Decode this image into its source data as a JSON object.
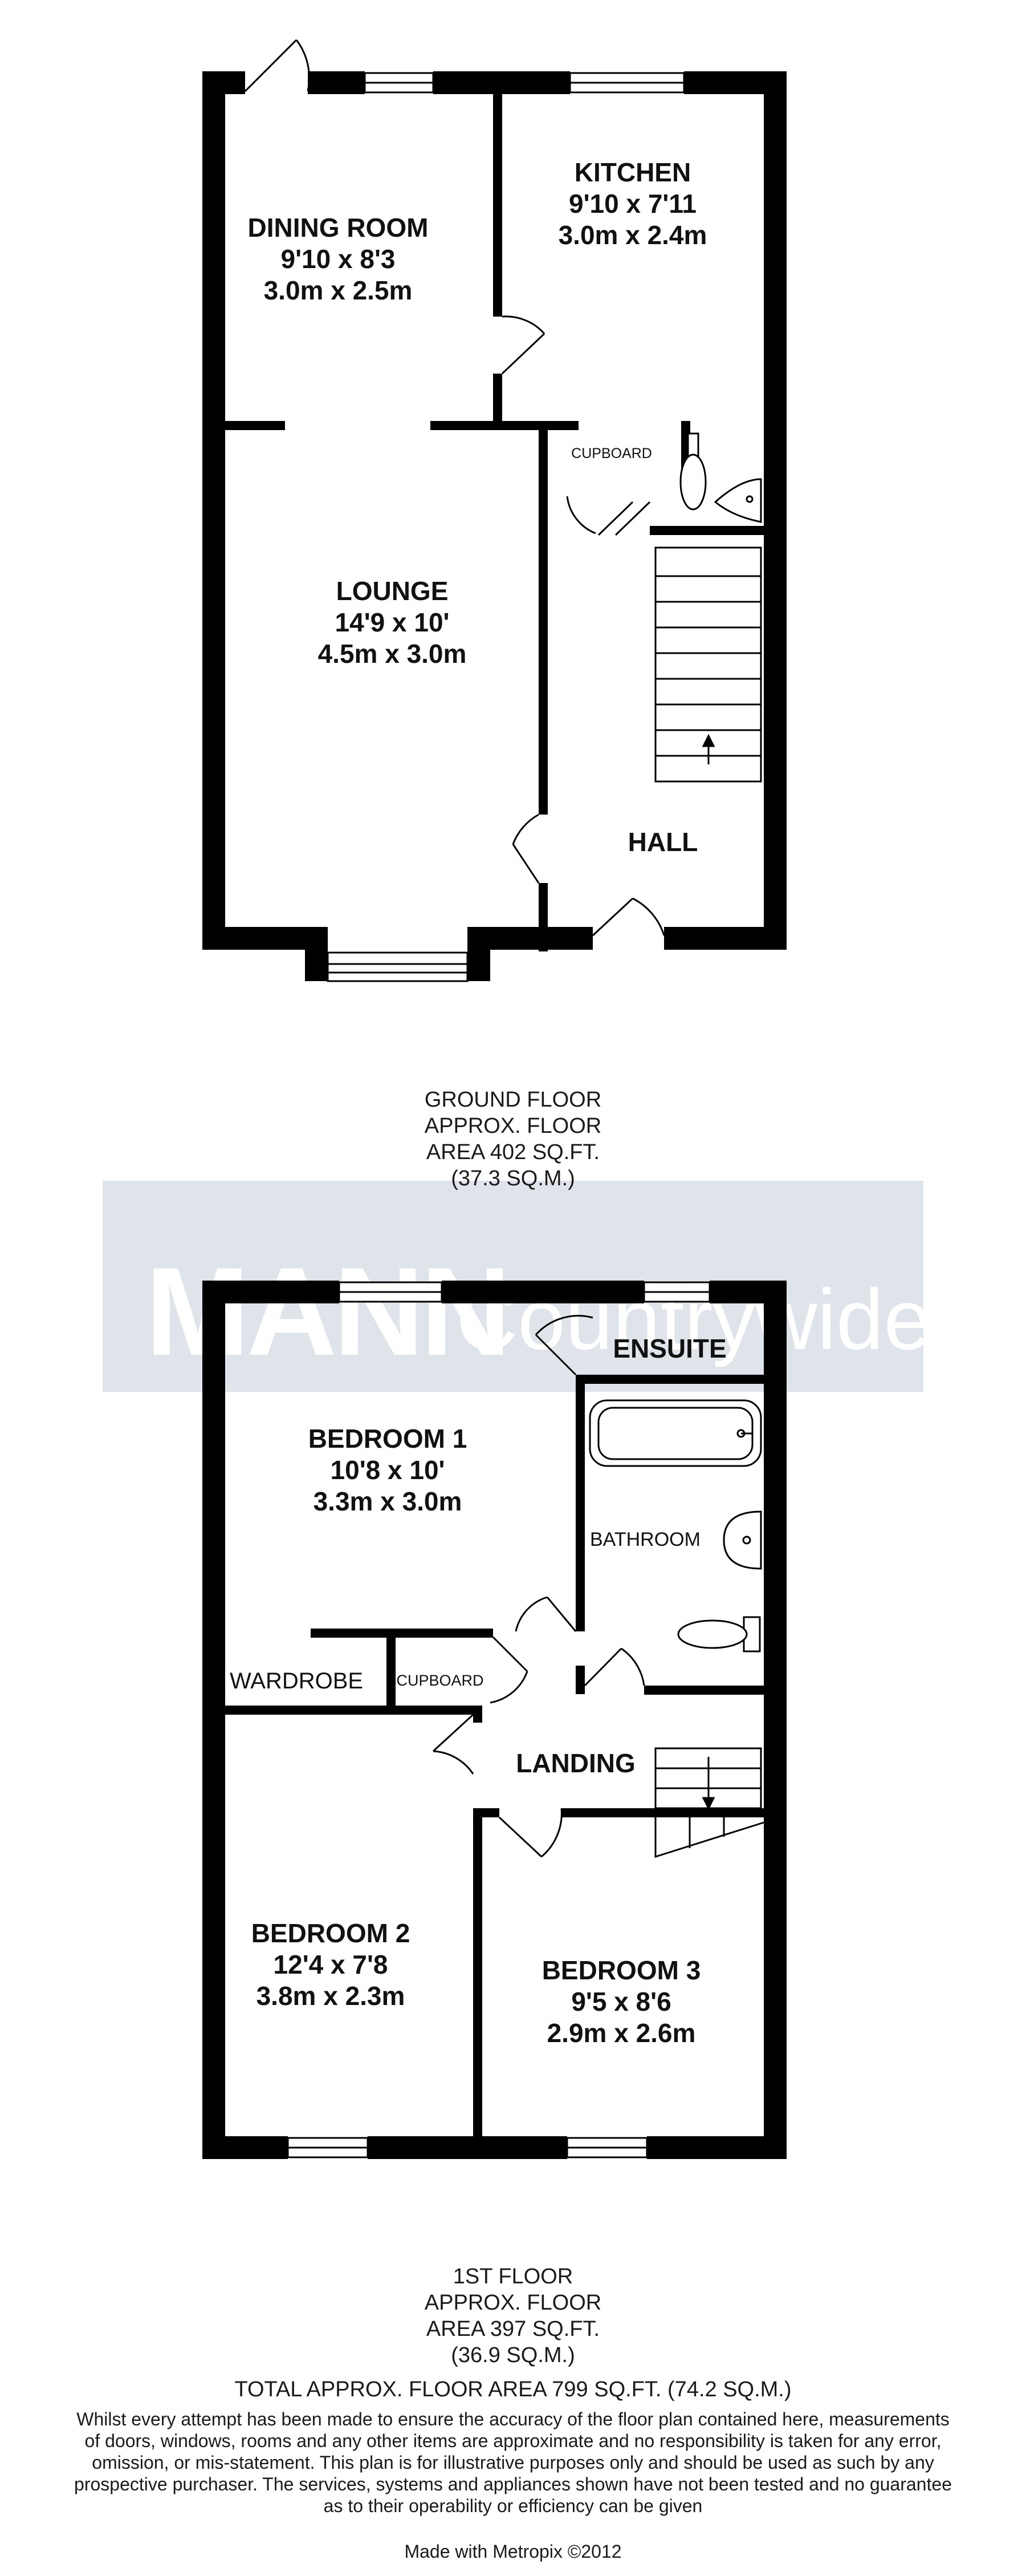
{
  "watermark": {
    "brand": "MANN",
    "sub": "Countrywide",
    "band_color": "#dfe4ea",
    "text_color": "#ffffff"
  },
  "colors": {
    "wall": "#000000",
    "fixture_stroke": "#000000"
  },
  "ground_floor": {
    "rooms": {
      "dining": {
        "name": "DINING ROOM",
        "imperial": "9'10 x 8'3",
        "metric": "3.0m x 2.5m"
      },
      "kitchen": {
        "name": "KITCHEN",
        "imperial": "9'10 x 7'11",
        "metric": "3.0m x 2.4m"
      },
      "lounge": {
        "name": "LOUNGE",
        "imperial": "14'9 x 10'",
        "metric": "4.5m x 3.0m"
      },
      "hall": {
        "name": "HALL"
      },
      "cupboard": {
        "name": "CUPBOARD"
      }
    },
    "caption": {
      "line1": "GROUND FLOOR",
      "line2": "APPROX. FLOOR",
      "line3": "AREA 402 SQ.FT.",
      "line4": "(37.3 SQ.M.)"
    }
  },
  "first_floor": {
    "rooms": {
      "ensuite": {
        "name": "ENSUITE"
      },
      "bedroom1": {
        "name": "BEDROOM 1",
        "imperial": "10'8 x 10'",
        "metric": "3.3m x 3.0m"
      },
      "bathroom": {
        "name": "BATHROOM"
      },
      "wardrobe": {
        "name": "WARDROBE"
      },
      "cupboard": {
        "name": "CUPBOARD"
      },
      "landing": {
        "name": "LANDING"
      },
      "bedroom2": {
        "name": "BEDROOM 2",
        "imperial": "12'4 x 7'8",
        "metric": "3.8m x 2.3m"
      },
      "bedroom3": {
        "name": "BEDROOM 3",
        "imperial": "9'5 x 8'6",
        "metric": "2.9m x 2.6m"
      }
    },
    "caption": {
      "line1": "1ST FLOOR",
      "line2": "APPROX. FLOOR",
      "line3": "AREA 397 SQ.FT.",
      "line4": "(36.9 SQ.M.)"
    }
  },
  "total_area": "TOTAL APPROX. FLOOR AREA 799 SQ.FT. (74.2 SQ.M.)",
  "disclaimer": {
    "line1": "Whilst every attempt has been made to ensure the accuracy of the floor plan contained here, measurements",
    "line2": "of doors, windows, rooms and any other items are approximate and no responsibility is taken for any error,",
    "line3": "omission, or mis-statement. This plan is for illustrative purposes only and should be used as such by any",
    "line4": "prospective purchaser. The services, systems and appliances shown have not been tested and no guarantee",
    "line5": "as to their operability or efficiency can be given"
  },
  "credit": "Made with Metropix ©2012"
}
